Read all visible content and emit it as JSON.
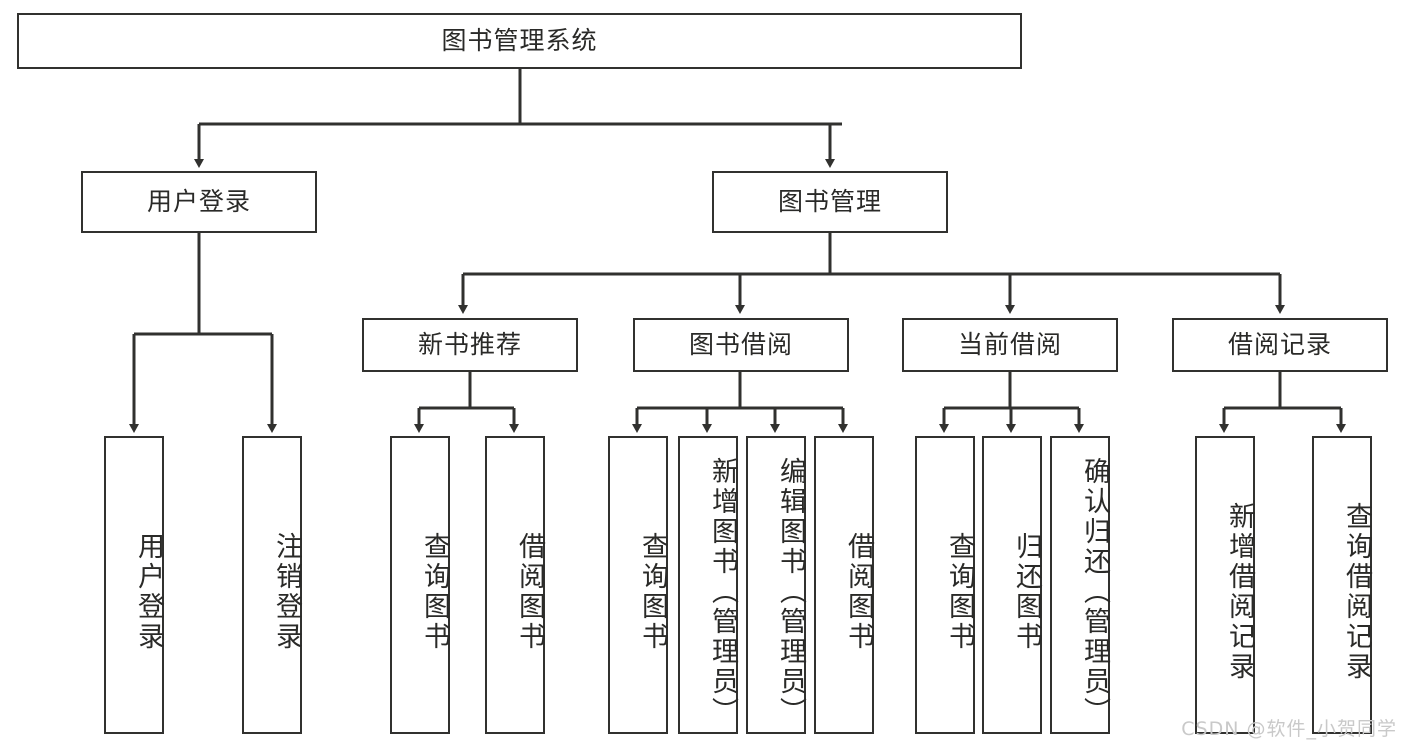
{
  "diagram": {
    "title": "图书管理系统",
    "type": "tree-hierarchy",
    "colors": {
      "stroke": "#31312f",
      "text": "#2a2a28",
      "background": "#ffffff",
      "watermark": "#c9c9c9"
    },
    "root": {
      "label": "图书管理系统"
    },
    "level2": [
      {
        "label": "用户登录"
      },
      {
        "label": "图书管理"
      }
    ],
    "level3": [
      {
        "label": "新书推荐"
      },
      {
        "label": "图书借阅"
      },
      {
        "label": "当前借阅"
      },
      {
        "label": "借阅记录"
      }
    ],
    "leaves": {
      "user_login": [
        {
          "label": "用户登录"
        },
        {
          "label": "注销登录"
        }
      ],
      "new_book_recommend": [
        {
          "label": "查询图书"
        },
        {
          "label": "借阅图书"
        }
      ],
      "book_borrow": [
        {
          "label": "查询图书"
        },
        {
          "label": "新增图书（管理员）"
        },
        {
          "label": "编辑图书（管理员）"
        },
        {
          "label": "借阅图书"
        }
      ],
      "current_borrow": [
        {
          "label": "查询图书"
        },
        {
          "label": "归还图书"
        },
        {
          "label": "确认归还（管理员）"
        }
      ],
      "borrow_record": [
        {
          "label": "新增借阅记录"
        },
        {
          "label": "查询借阅记录"
        }
      ]
    }
  },
  "watermark": {
    "text": "CSDN @软件_小贺同学"
  }
}
